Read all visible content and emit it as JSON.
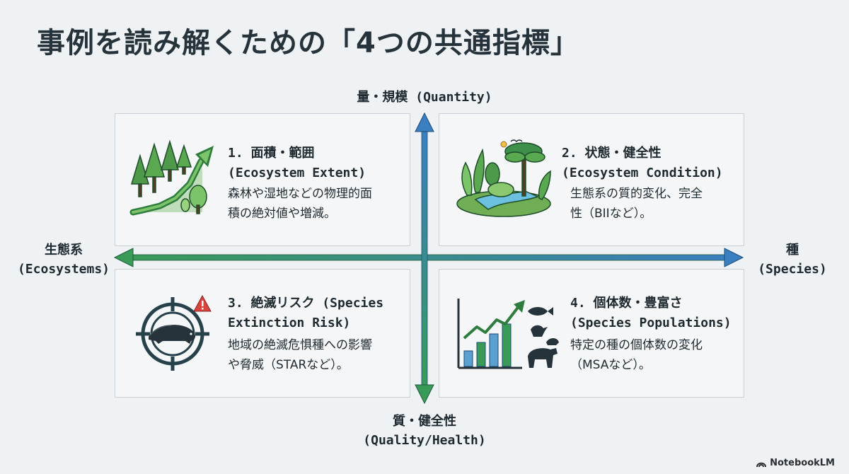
{
  "title": "事例を読み解くための「4つの共通指標」",
  "axes": {
    "top": "量・規模 (Quantity)",
    "bottom_line1": "質・健全性",
    "bottom_line2": "(Quality/Health)",
    "left_line1": "生態系",
    "left_line2": "(Ecosystems)",
    "right_line1": "種",
    "right_line2": "(Species)"
  },
  "quadrants": [
    {
      "title_line1": "1. 面積・範囲",
      "title_line2": "(Ecosystem Extent)",
      "desc_line1": "森林や湿地などの物理的面",
      "desc_line2": "積の絶対値や増減。",
      "icon": "forest-growth-icon"
    },
    {
      "title_line1": "2. 状態・健全性",
      "title_line2": "(Ecosystem Condition)",
      "desc_line1": "生態系の質的変化、完全",
      "desc_line2": "性（BIIなど）。",
      "icon": "landscape-river-icon"
    },
    {
      "title_line1": "3. 絶滅リスク (Species",
      "title_line2": "Extinction Risk)",
      "desc_line1": "地域の絶滅危惧種への影響",
      "desc_line2": "や脅威（STARなど）。",
      "icon": "endangered-target-icon"
    },
    {
      "title_line1": "4. 個体数・豊富さ",
      "title_line2": "(Species Populations)",
      "desc_line1": "特定の種の個体数の変化",
      "desc_line2": "（MSAなど）。",
      "icon": "population-chart-icon"
    }
  ],
  "colors": {
    "arrow_blue": "#3a7fc0",
    "arrow_green": "#3a9a58",
    "alert_red": "#d9453d"
  },
  "brand": "NotebookLM"
}
